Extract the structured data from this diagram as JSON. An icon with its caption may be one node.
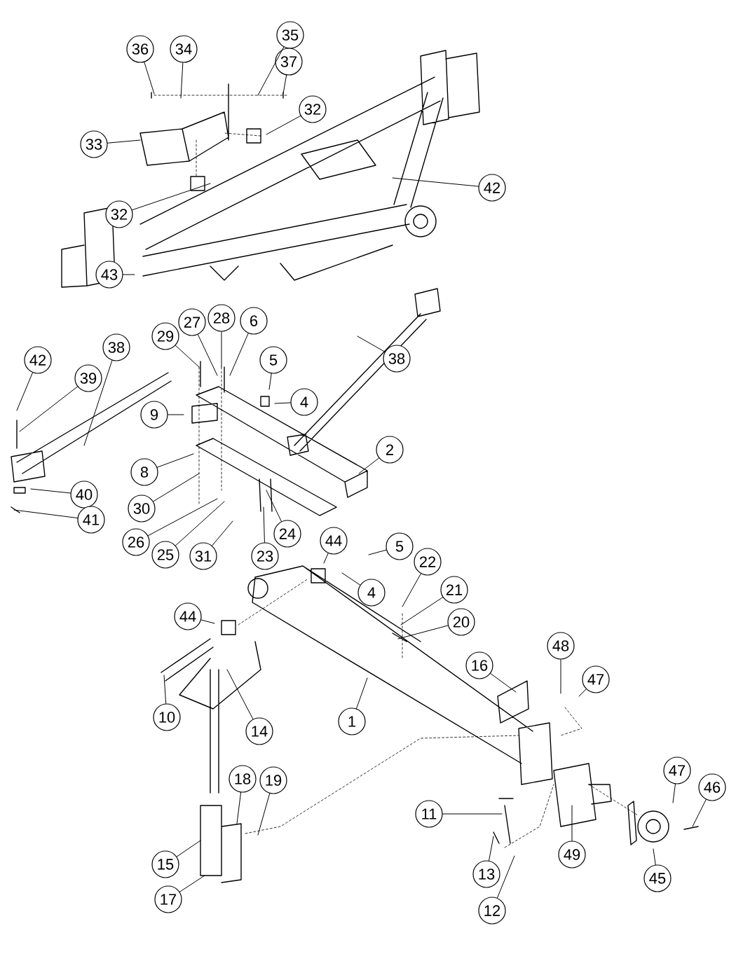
{
  "diagram": {
    "nodes": [
      {
        "text": [
          "36"
        ]
      },
      {
        "text": [
          "34"
        ]
      },
      {
        "text": [
          "35"
        ]
      },
      {
        "text": [
          "37"
        ]
      },
      {
        "text": [
          "32"
        ]
      },
      {
        "text": [
          "33"
        ]
      },
      {
        "text": [
          "32"
        ]
      },
      {
        "text": [
          "42"
        ]
      },
      {
        "text": [
          "43"
        ]
      },
      {
        "text": [
          "29"
        ]
      },
      {
        "text": [
          "27"
        ]
      },
      {
        "text": [
          "28"
        ]
      },
      {
        "text": [
          "6"
        ]
      },
      {
        "text": [
          "5"
        ]
      },
      {
        "text": [
          "4"
        ]
      },
      {
        "text": [
          "42"
        ]
      },
      {
        "text": [
          "39"
        ]
      },
      {
        "text": [
          "38"
        ]
      },
      {
        "text": [
          "38"
        ]
      },
      {
        "text": [
          "9"
        ]
      },
      {
        "text": [
          "2"
        ]
      },
      {
        "text": [
          "8"
        ]
      },
      {
        "text": [
          "30"
        ]
      },
      {
        "text": [
          "40"
        ]
      },
      {
        "text": [
          "41"
        ]
      },
      {
        "text": [
          "26"
        ]
      },
      {
        "text": [
          "25"
        ]
      },
      {
        "text": [
          "31"
        ]
      },
      {
        "text": [
          "24"
        ]
      },
      {
        "text": [
          "23"
        ]
      },
      {
        "text": [
          "44"
        ]
      },
      {
        "text": [
          "5"
        ]
      },
      {
        "text": [
          "4"
        ]
      },
      {
        "text": [
          "22"
        ]
      },
      {
        "text": [
          "21"
        ]
      },
      {
        "text": [
          "20"
        ]
      },
      {
        "text": [
          "44"
        ]
      },
      {
        "text": [
          "16"
        ]
      },
      {
        "text": [
          "48"
        ]
      },
      {
        "text": [
          "47"
        ]
      },
      {
        "text": [
          "10"
        ]
      },
      {
        "text": [
          "14"
        ]
      },
      {
        "text": [
          "1"
        ]
      },
      {
        "text": [
          "11"
        ]
      },
      {
        "text": [
          "13"
        ]
      },
      {
        "text": [
          "12"
        ]
      },
      {
        "text": [
          "18"
        ]
      },
      {
        "text": [
          "19"
        ]
      },
      {
        "text": [
          "15"
        ]
      },
      {
        "text": [
          "17"
        ]
      },
      {
        "text": [
          "49"
        ]
      },
      {
        "text": [
          "47"
        ]
      },
      {
        "text": [
          "46"
        ]
      },
      {
        "text": [
          "45"
        ]
      }
    ],
    "edges": [
      {
        "from": 0,
        "to": null,
        "arrow": "none"
      },
      {
        "from": 1,
        "to": null,
        "arrow": "none"
      },
      {
        "from": 2,
        "to": null,
        "arrow": "none"
      },
      {
        "from": 3,
        "to": null,
        "arrow": "none"
      },
      {
        "from": 4,
        "to": null,
        "arrow": "none"
      },
      {
        "from": 5,
        "to": null,
        "arrow": "none"
      },
      {
        "from": 6,
        "to": null,
        "arrow": "none"
      },
      {
        "from": 7,
        "to": null,
        "arrow": "none"
      },
      {
        "from": 8,
        "to": null,
        "arrow": "none"
      },
      {
        "from": 9,
        "to": null,
        "arrow": "none"
      },
      {
        "from": 10,
        "to": null,
        "arrow": "none"
      },
      {
        "from": 11,
        "to": null,
        "arrow": "none"
      },
      {
        "from": 12,
        "to": null,
        "arrow": "none"
      },
      {
        "from": 13,
        "to": null,
        "arrow": "none"
      },
      {
        "from": 14,
        "to": null,
        "arrow": "none"
      },
      {
        "from": 15,
        "to": null,
        "arrow": "none"
      },
      {
        "from": 16,
        "to": null,
        "arrow": "none"
      },
      {
        "from": 17,
        "to": null,
        "arrow": "none"
      },
      {
        "from": 18,
        "to": null,
        "arrow": "none"
      },
      {
        "from": 19,
        "to": null,
        "arrow": "none"
      },
      {
        "from": 20,
        "to": null,
        "arrow": "none"
      },
      {
        "from": 21,
        "to": null,
        "arrow": "none"
      },
      {
        "from": 22,
        "to": null,
        "arrow": "none"
      },
      {
        "from": 23,
        "to": null,
        "arrow": "none"
      },
      {
        "from": 24,
        "to": null,
        "arrow": "none"
      },
      {
        "from": 25,
        "to": null,
        "arrow": "none"
      },
      {
        "from": 26,
        "to": null,
        "arrow": "none"
      },
      {
        "from": 27,
        "to": null,
        "arrow": "none"
      },
      {
        "from": 28,
        "to": null,
        "arrow": "none"
      },
      {
        "from": 29,
        "to": null,
        "arrow": "none"
      },
      {
        "from": 30,
        "to": null,
        "arrow": "none"
      },
      {
        "from": 31,
        "to": null,
        "arrow": "none"
      },
      {
        "from": 32,
        "to": null,
        "arrow": "none"
      },
      {
        "from": 33,
        "to": null,
        "arrow": "none"
      },
      {
        "from": 34,
        "to": null,
        "arrow": "none"
      },
      {
        "from": 35,
        "to": null,
        "arrow": "none"
      },
      {
        "from": 36,
        "to": null,
        "arrow": "none"
      },
      {
        "from": 37,
        "to": null,
        "arrow": "none"
      },
      {
        "from": 38,
        "to": null,
        "arrow": "none"
      },
      {
        "from": 39,
        "to": null,
        "arrow": "none"
      },
      {
        "from": 40,
        "to": null,
        "arrow": "none"
      },
      {
        "from": 41,
        "to": null,
        "arrow": "none"
      },
      {
        "from": 42,
        "to": null,
        "arrow": "none"
      },
      {
        "from": 43,
        "to": null,
        "arrow": "none"
      },
      {
        "from": 44,
        "to": null,
        "arrow": "none"
      },
      {
        "from": 45,
        "to": null,
        "arrow": "none"
      },
      {
        "from": 46,
        "to": null,
        "arrow": "none"
      },
      {
        "from": 47,
        "to": null,
        "arrow": "none"
      },
      {
        "from": 48,
        "to": null,
        "arrow": "none"
      },
      {
        "from": 49,
        "to": null,
        "arrow": "none"
      },
      {
        "from": 50,
        "to": null,
        "arrow": "none"
      },
      {
        "from": 51,
        "to": null,
        "arrow": "none"
      },
      {
        "from": 52,
        "to": null,
        "arrow": "none"
      },
      {
        "from": 53,
        "to": null,
        "arrow": "none"
      }
    ]
  }
}
